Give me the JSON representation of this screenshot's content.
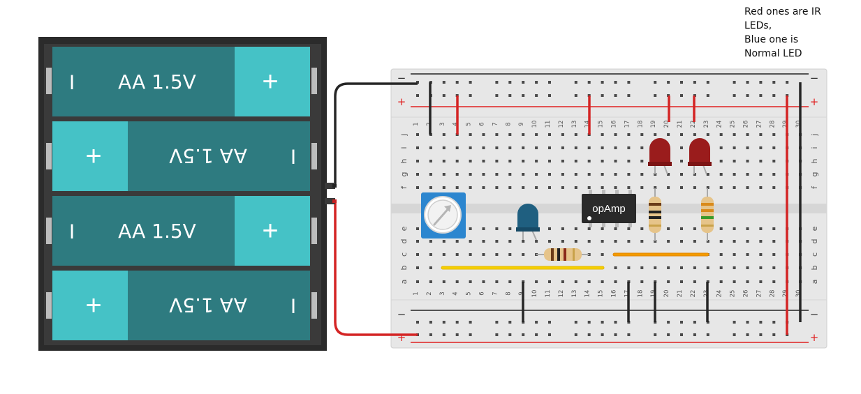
{
  "annotation": {
    "lines": [
      "Red ones are IR",
      "LEDs,",
      "Blue one is",
      "Normal LED"
    ]
  },
  "batteries": [
    {
      "label": "AA 1.5V",
      "orientation": "normal",
      "minus": "I",
      "plus": "+"
    },
    {
      "label": "AA 1.5V",
      "orientation": "flipped",
      "minus": "I",
      "plus": "+"
    },
    {
      "label": "AA 1.5V",
      "orientation": "normal",
      "minus": "I",
      "plus": "+"
    },
    {
      "label": "AA 1.5V",
      "orientation": "flipped",
      "minus": "I",
      "plus": "+"
    }
  ],
  "breadboard": {
    "column_count": 30,
    "row_letters_top": [
      "j",
      "i",
      "h",
      "g",
      "f"
    ],
    "row_letters_bottom": [
      "e",
      "d",
      "c",
      "b",
      "a"
    ],
    "rail_minus": "−",
    "rail_plus": "+"
  },
  "components": {
    "opamp_label": "opAmp",
    "ir_led_count": 2,
    "blue_led_count": 1,
    "potentiometer_count": 1,
    "resistor_count": 3
  },
  "colors": {
    "battery_dark": "#2e7b80",
    "battery_light": "#45c2c6",
    "holder": "#2b2b2b",
    "board": "#e7e7e7",
    "rail_red": "#e02020",
    "rail_black": "#222222",
    "wire_red": "#d42424",
    "wire_black": "#262626",
    "wire_yellow": "#f5d000",
    "wire_orange": "#f49b00",
    "ir_led": "#9a1c1c",
    "blue_led": "#1f5f80",
    "pot_body": "#2c86cf"
  }
}
